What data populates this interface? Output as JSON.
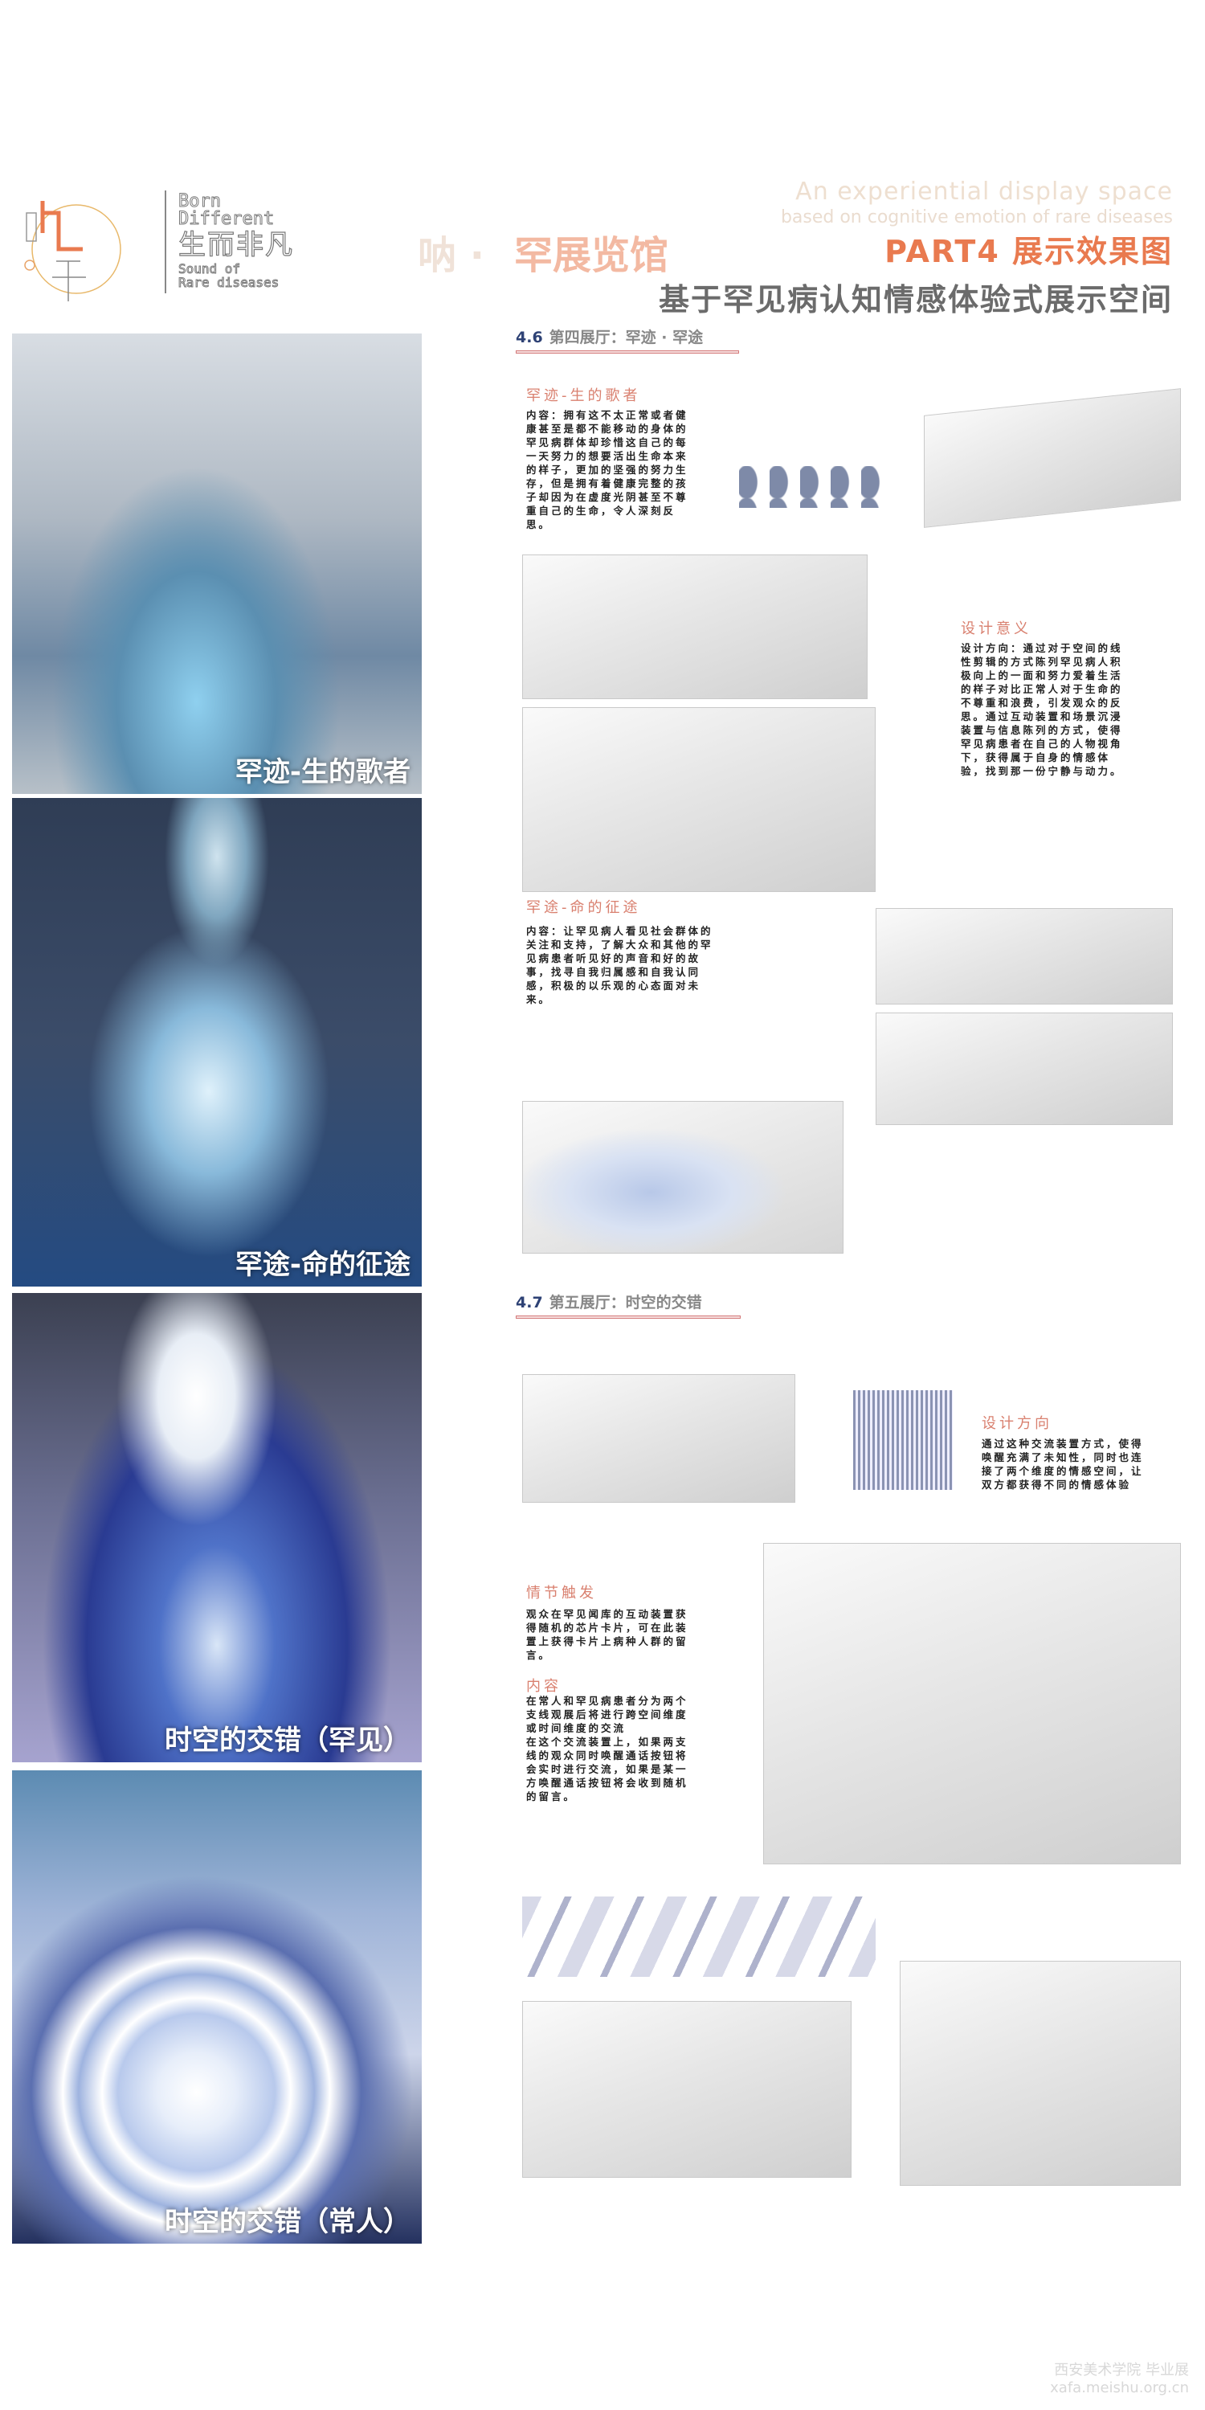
{
  "header": {
    "logo": {
      "mark": "呐罕",
      "en_line1": "Born",
      "en_line2": "Different",
      "cn": "生而非凡",
      "en_line3": "Sound of",
      "en_line4": "Rare diseases"
    },
    "watermark_en_1": "An experiential display space",
    "watermark_en_2": "based on cognitive emotion of rare diseases",
    "watermark_cn_1": "呐 ·",
    "watermark_cn_2": "罕展览馆",
    "part_title": "PART4 展示效果图",
    "subtitle": "基于罕见病认知情感体验式展示空间"
  },
  "photos": [
    {
      "caption": "罕迹-生的歌者"
    },
    {
      "caption": "罕途-命的征途"
    },
    {
      "caption": "时空的交错（罕见）"
    },
    {
      "caption": "时空的交错（常人）"
    }
  ],
  "section46": {
    "num": "4.6",
    "title": "第四展厅：罕迹 · 罕途",
    "block1": {
      "heading": "罕迹-生的歌者",
      "text": "内容：拥有这不太正常或者健康甚至是都不能移动的身体的罕见病群体却珍惜这自己的每一天努力的想要活出生命本来的样子，更加的坚强的努力生存，但是拥有着健康完整的孩子却因为在虚度光阴甚至不尊重自己的生命，令人深刻反思。"
    },
    "block2": {
      "heading": "设计意义",
      "text": "设计方向：通过对于空间的线性剪辑的方式陈列罕见病人积极向上的一面和努力爱着生活的样子对比正常人对于生命的不尊重和浪费，引发观众的反思。通过互动装置和场景沉浸装置与信息陈列的方式，使得罕见病患者在自己的人物视角下，获得属于自身的情感体验，找到那一份宁静与动力。"
    },
    "block3": {
      "heading": "罕途-命的征途",
      "text": "内容：让罕见病人看见社会群体的关注和支持，了解大众和其他的罕见病患者听见好的声音和好的故事，找寻自我归属感和自我认同感，积极的以乐观的心态面对未来。"
    }
  },
  "section47": {
    "num": "4.7",
    "title": "第五展厅：时空的交错",
    "block1": {
      "heading": "设计方向",
      "text": "通过这种交流装置方式，使得唤醒充满了未知性，同时也连接了两个维度的情感空间，让双方都获得不同的情感体验"
    },
    "block2": {
      "heading": "情节触发",
      "text": "观众在罕见闻库的互动装置获得随机的芯片卡片，可在此装置上获得卡片上病种人群的留言。"
    },
    "block3": {
      "heading": "内容",
      "text": "在常人和罕见病患者分为两个支线观展后将进行跨空间维度或时间维度的交流\n在这个交流装置上，如果两支线的观众同时唤醒通话按钮将会实时进行交流，如果是某一方唤醒通话按钮将会收到随机的留言。"
    }
  },
  "footer": {
    "watermark_logo": "西安美术学院 毕业展",
    "watermark_url": "xafa.meishu.org.cn"
  }
}
